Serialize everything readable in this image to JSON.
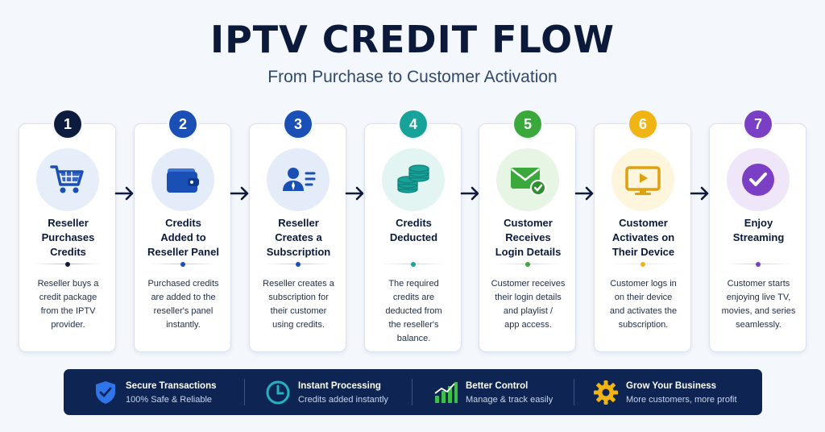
{
  "header": {
    "title": "IPTV CREDIT FLOW",
    "subtitle": "From Purchase to Customer Activation"
  },
  "steps": [
    {
      "number": "1",
      "title": [
        "Reseller",
        "Purchases",
        "Credits"
      ],
      "desc": [
        "Reseller buys a",
        "credit package",
        "from the IPTV",
        "provider."
      ],
      "color": "#0d1b3e",
      "icon": "shopping-cart-icon"
    },
    {
      "number": "2",
      "title": [
        "Credits",
        "Added to",
        "Reseller Panel"
      ],
      "desc": [
        "Purchased credits",
        "are added to the",
        "reseller's panel",
        "instantly."
      ],
      "color": "#1a4fb5",
      "icon": "wallet-icon"
    },
    {
      "number": "3",
      "title": [
        "Reseller",
        "Creates a",
        "Subscription"
      ],
      "desc": [
        "Reseller creates a",
        "subscription for",
        "their customer",
        "using credits."
      ],
      "color": "#1a4fb5",
      "icon": "user-subscription-icon"
    },
    {
      "number": "4",
      "title": [
        "Credits",
        "Deducted"
      ],
      "desc": [
        "The required",
        "credits are",
        "deducted from",
        "the reseller's",
        "balance."
      ],
      "color": "#17a39a",
      "icon": "coin-stack-icon"
    },
    {
      "number": "5",
      "title": [
        "Customer",
        "Receives",
        "Login Details"
      ],
      "desc": [
        "Customer receives",
        "their login details",
        "and playlist /",
        "app access."
      ],
      "color": "#3aa83a",
      "icon": "email-check-icon"
    },
    {
      "number": "6",
      "title": [
        "Customer",
        "Activates on",
        "Their Device"
      ],
      "desc": [
        "Customer logs in",
        "on their device",
        "and activates the",
        "subscription."
      ],
      "color": "#f0b414",
      "icon": "tv-play-icon"
    },
    {
      "number": "7",
      "title": [
        "Enjoy",
        "Streaming"
      ],
      "desc": [
        "Customer starts",
        "enjoying live TV,",
        "movies, and series",
        "seamlessly."
      ],
      "color": "#7a3fc4",
      "icon": "check-circle-icon"
    }
  ],
  "features": [
    {
      "title": "Secure Transactions",
      "subtitle": "100% Safe & Reliable",
      "icon": "shield-check-icon",
      "color": "#2f74e8"
    },
    {
      "title": "Instant Processing",
      "subtitle": "Credits added instantly",
      "icon": "clock-icon",
      "color": "#23b3c0"
    },
    {
      "title": "Better Control",
      "subtitle": "Manage & track easily",
      "icon": "bar-chart-icon",
      "color": "#3cbf4a"
    },
    {
      "title": "Grow Your Business",
      "subtitle": "More customers, more profit",
      "icon": "gear-icon",
      "color": "#f0b414"
    }
  ]
}
